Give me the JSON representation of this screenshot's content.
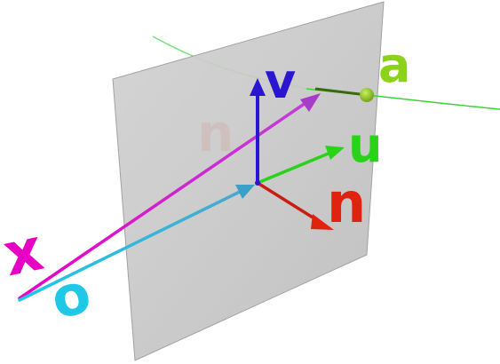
{
  "labels": {
    "x": "x",
    "o": "o",
    "v": "v",
    "u": "u",
    "n": "n",
    "a": "a",
    "n_ghost": "n"
  },
  "icons": {
    "plane": "image-plane",
    "curve": "curve",
    "point_a": "point-a",
    "ray_x": "arrow-x",
    "ray_o": "arrow-o",
    "axis_v": "arrow-v",
    "axis_u": "arrow-u",
    "axis_n": "arrow-n"
  },
  "colors": {
    "x": "#e600c4",
    "o": "#1ec8e6",
    "v": "#2a16d0",
    "u": "#2ad21a",
    "n": "#e0220e",
    "a": "#8cd21a",
    "curve": "#3ad43a",
    "plane": "#c9c9c9"
  }
}
